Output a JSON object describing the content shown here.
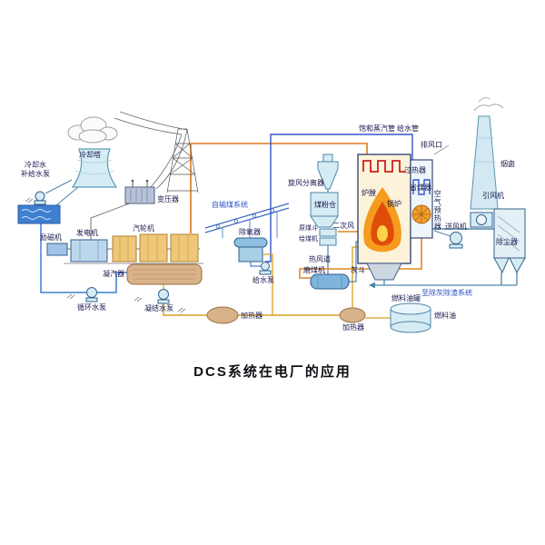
{
  "title": "DCS系统在电厂的应用",
  "colors": {
    "water": "#3f7fd0",
    "flame_outer": "#f59b1e",
    "flame_mid": "#e04d0a",
    "flame_core": "#ffd24a",
    "steam_pipe": "#e07818",
    "oil_pipe": "#d8a020",
    "hot_air": "#e08820",
    "process_line": "#4d86a8",
    "equipment_fill": "#d6ecf4",
    "condenser_tan": "#d8b28a",
    "label_blue": "#2853c4"
  },
  "labels": {
    "cooling_tower": "冷却塔",
    "cooling_makeup_line1": "冷却水",
    "cooling_makeup_line2": "补给水泵",
    "transformer": "变压器",
    "exciter": "励磁机",
    "generator": "发电机",
    "steam_turbine": "汽轮机",
    "condenser": "凝汽器",
    "circulating_pump": "循环水泵",
    "condensate_pump": "凝结水泵",
    "lp_heater": "加热器",
    "deaerator": "除氧器",
    "feed_pump": "给水泵",
    "from_coal_system": "自输煤系统",
    "cyclone_separator": "旋风分离器",
    "coal_silo": "煤粉仓",
    "raw_coal_hopper": "原煤斗",
    "coal_feeder": "给煤机",
    "secondary_air": "二次风",
    "hot_air_duct": "热风道",
    "coal_mill": "磨煤机",
    "ash_hopper": "灰斗",
    "furnace": "炉膛",
    "boiler": "锅炉",
    "superheater": "过热器",
    "economizer": "省煤器",
    "saturated_steam_pipe": "饱和蒸汽管",
    "feedwater_pipe": "给水管",
    "air_outlet": "排风口",
    "chimney": "烟囱",
    "id_fan": "引风机",
    "air_preheater": "空气预热器",
    "fd_fan": "送风机",
    "dust_collector": "除尘器",
    "to_ash_system": "至除灰除渣系统",
    "fuel_oil_tank": "燃料油罐",
    "fuel_oil": "燃料油",
    "oil_heater": "加热器"
  }
}
